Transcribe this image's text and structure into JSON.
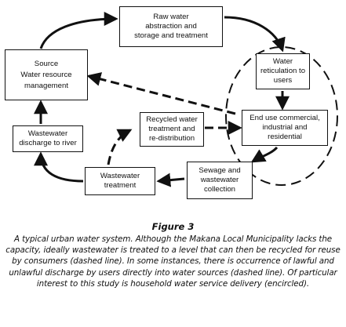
{
  "nodes": {
    "raw_water": [
      "Raw water",
      "abstraction and",
      "storage and treatment"
    ],
    "source": [
      "Source",
      "Water resource",
      "management"
    ],
    "water_reticulation": [
      "Water",
      "reticulation to",
      "users"
    ],
    "end_use": [
      "End use commercial,",
      "industrial and",
      "residential"
    ],
    "recycled_water": [
      "Recycled water",
      "treatment and",
      "re-distribution"
    ],
    "wastewater_discharge": [
      "Wastewater",
      "discharge  to river"
    ],
    "sewage_collection": [
      "Sewage and",
      "wastewater",
      "collection"
    ],
    "wastewater_treatment": [
      "Wastewater",
      "treatment"
    ]
  },
  "caption": {
    "title": "Figure 3",
    "text": "A typical urban water system. Although the Makana Local Municipality lacks the capacity, ideally wastewater is treated to a level that can then be recycled for reuse by consumers (dashed line). In some instances, there is occurrence of lawful and unlawful discharge by users directly into water sources (dashed line). Of particular interest to this study is household water service delivery (encircled)."
  }
}
